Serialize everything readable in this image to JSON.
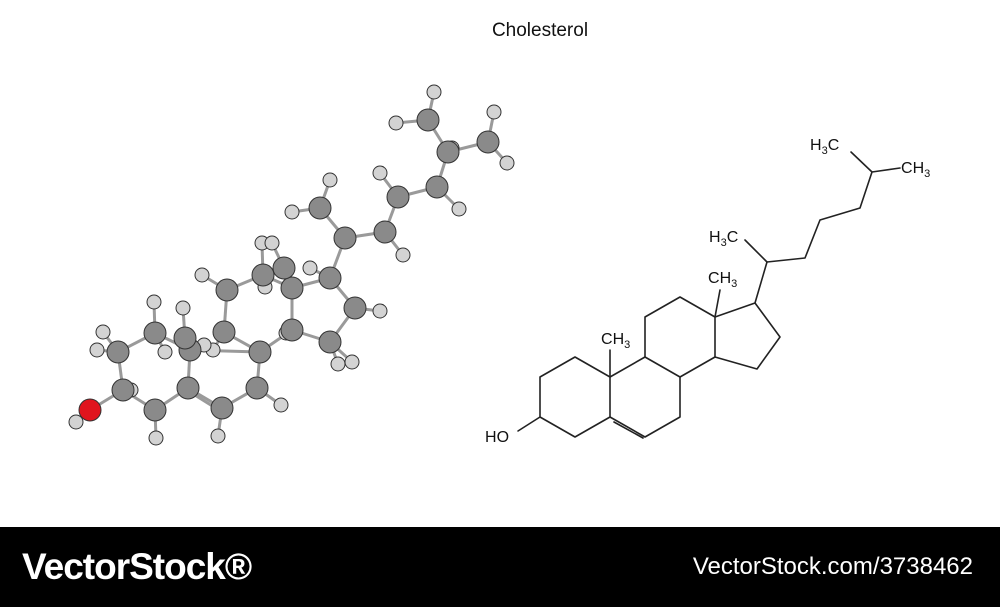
{
  "title": "Cholesterol",
  "structure_labels": {
    "hydroxyl": "HO",
    "methyl_c10": "CH3",
    "methyl_c13": "CH3",
    "methyl_c20": "H3C",
    "isopropyl_left": "H3C",
    "isopropyl_right": "CH3"
  },
  "footer": {
    "brand": "VectorStock®",
    "image_id": "VectorStock.com/3738462"
  },
  "colors": {
    "carbon": "#8a8a8a",
    "hydrogen": "#d3d3d3",
    "oxygen": "#e0141e",
    "bond": "#9a9a9a",
    "footer_bg": "#000000"
  }
}
